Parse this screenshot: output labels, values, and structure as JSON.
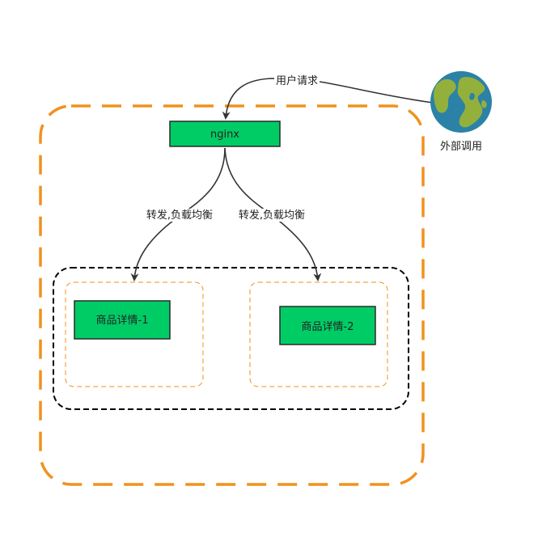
{
  "diagram": {
    "nodes": {
      "nginx": {
        "label": "nginx"
      },
      "service1": {
        "label": "商品详情-1"
      },
      "service2": {
        "label": "商品详情-2"
      },
      "globe": {
        "label": "外部调用"
      }
    },
    "edges": {
      "user_request": {
        "label": "用户请求"
      },
      "forward_left": {
        "label": "转发,负载均衡"
      },
      "forward_right": {
        "label": "转发,负载均衡"
      }
    },
    "colors": {
      "node_fill": "#00cc66",
      "node_stroke": "#2a2a2a",
      "outer_dash": "#f0921e",
      "group_dash": "#000000",
      "inner_dash": "#f0921e",
      "arrow": "#333333",
      "globe_ocean": "#2b82a6",
      "globe_land": "#94b03c"
    }
  }
}
